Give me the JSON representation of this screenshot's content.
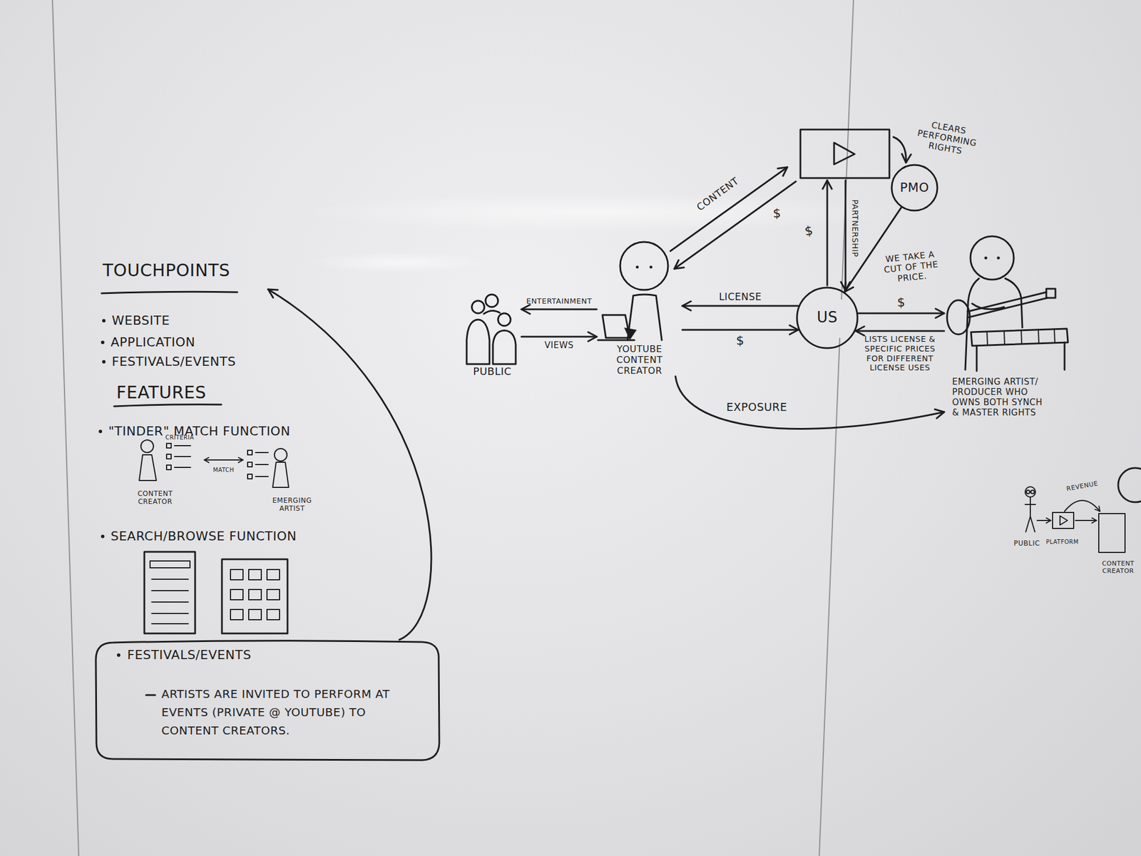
{
  "diagram": {
    "nodes": [
      {
        "text": [
          "FESTIVALS/EVENTS",
          "ARTISTS ARE INVITED TO PERFORM AT EVENTS (PRIVATE @ YOUTUBE) TO CONTENT CREATORS."
        ]
      },
      {
        "text": [
          "PMO"
        ]
      },
      {
        "text": [
          "PUBLIC"
        ]
      },
      {
        "text": [
          "YOUTUBE CONTENT CREATOR"
        ]
      },
      {
        "text": [
          "US"
        ]
      },
      {
        "text": [
          "EMERGING ARTIST/ PRODUCER WHO OWNS BOTH SYNCH & MASTER RIGHTS"
        ]
      }
    ],
    "edges": [
      {
        "from": 3,
        "to": 2,
        "label": "ENTERTAINMENT",
        "arrow": "to"
      },
      {
        "from": 2,
        "to": 3,
        "label": "VIEWS",
        "arrow": "to"
      },
      {
        "from": 4,
        "to": 3,
        "label": "LICENSE",
        "arrow": "to"
      },
      {
        "from": 3,
        "to": 4,
        "label": "$",
        "arrow": "to"
      },
      {
        "from": 4,
        "to": 5,
        "label": "$",
        "arrow": "to"
      },
      {
        "from": 5,
        "to": 4,
        "label": "LISTS LICENSE & SPECIFIC PRICES FOR DIFFERENT LICENSE USES",
        "arrow": "to"
      },
      {
        "from": 3,
        "to": 5,
        "label": "EXPOSURE",
        "arrow": "to"
      },
      {
        "from": 1,
        "to": 4,
        "arrow": "to"
      }
    ],
    "labels": [
      "TOUCHPOINTS",
      "WEBSITE",
      "APPLICATION",
      "FESTIVALS/EVENTS",
      "FEATURES",
      "\"TINDER\" MATCH FUNCTION",
      "CRITERIA",
      "MATCH",
      "CONTENT CREATOR",
      "EMERGING ARTIST",
      "SEARCH/BROWSE FUNCTION",
      "CONTENT",
      "$",
      "CLEARS PERFORMING RIGHTS",
      "$",
      "PARTNERSHIP",
      "WE TAKE A CUT OF THE PRICE.",
      "REVENUE",
      "PUBLIC",
      "PLATFORM",
      "CONTENT CREATOR"
    ]
  }
}
